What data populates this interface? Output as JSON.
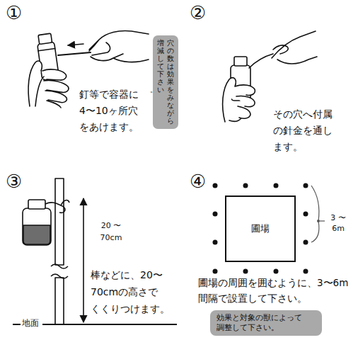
{
  "diagram": {
    "nodes": [
      {
        "text": [
          "穴の数は効果をみながら 増減して下さい。"
        ]
      },
      {
        "text": [
          "圃場"
        ]
      },
      {
        "text": [
          "効果と対象の獣によって 調整して下さい。"
        ]
      }
    ],
    "labels": [
      "①",
      "釘等で容器に 4〜10ヶ所穴 をあけます。",
      "②",
      "その穴へ付属 の針金を通し ます。",
      "③",
      "20 〜 70cm",
      "棒などに、20〜 70cmの高さで くくりつけます。",
      "地面",
      "④",
      "3 〜 6m",
      "圃場の周囲を囲むように、3〜6m 間隔で設置して下さい。"
    ]
  }
}
